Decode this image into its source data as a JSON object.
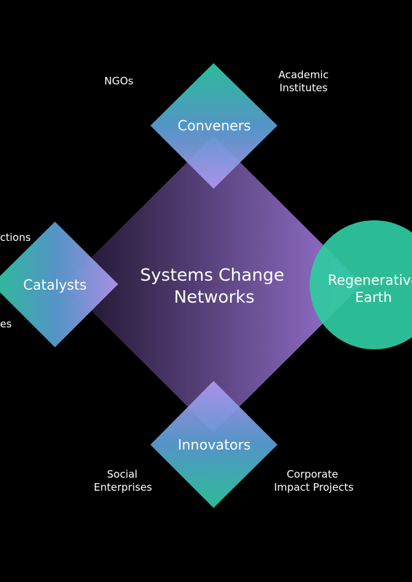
{
  "diagram": {
    "center": {
      "line1": "Systems Change",
      "line2": "Networks"
    },
    "roles": {
      "top": "Conveners",
      "left": "Catalysts",
      "bottom": "Innovators"
    },
    "outcome": {
      "line1": "Regenerative",
      "line2": "Earth"
    },
    "stakeholders": {
      "ngos": "NGOs",
      "academic_line1": "Academic",
      "academic_line2": "Institutes",
      "left_top_fragment": "ctions",
      "left_bottom_fragment": "es",
      "social_line1": "Social",
      "social_line2": "Enterprises",
      "corporate_line1": "Corporate",
      "corporate_line2": "Impact Projects"
    }
  },
  "colors": {
    "background": "#000000",
    "purple_dark": "#1b1228",
    "purple_light": "#9a76d6",
    "teal": "#2fcaa0",
    "blue": "#5aa0d6",
    "lavender": "#b296ef",
    "text": "#ffffff"
  }
}
